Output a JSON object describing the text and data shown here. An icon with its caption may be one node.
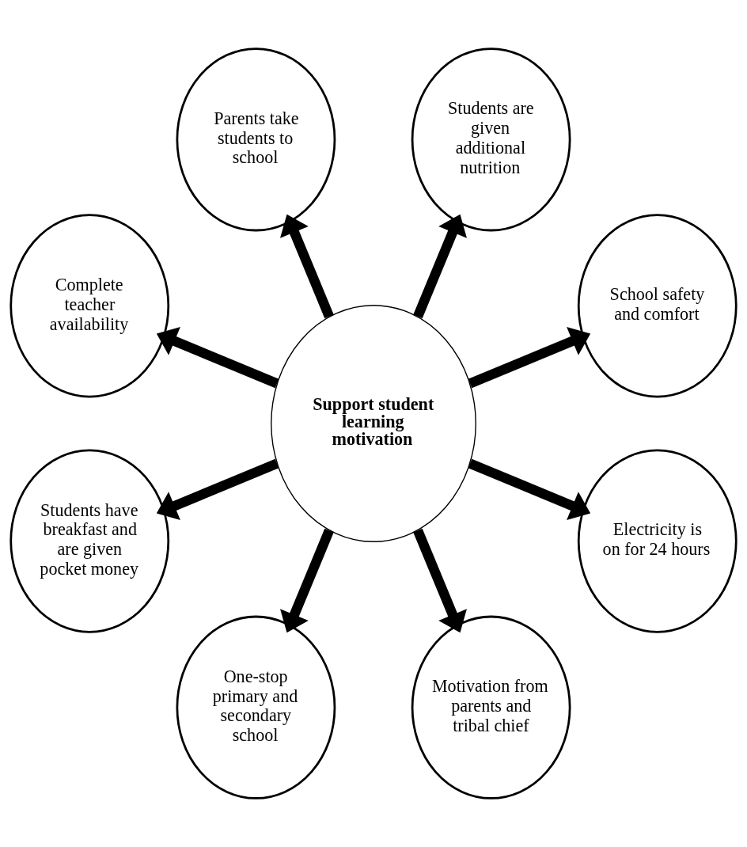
{
  "diagram": {
    "nodes": [
      {
        "text": [
          "Support student learning motivation"
        ]
      },
      {
        "text": [
          "School safety and comfort"
        ]
      },
      {
        "text": [
          "Students are given additional nutrition"
        ]
      },
      {
        "text": [
          "Parents take students to school"
        ]
      },
      {
        "text": [
          "Complete teacher availability"
        ]
      },
      {
        "text": [
          "Students have breakfast and are given pocket money"
        ]
      },
      {
        "text": [
          "One-stop primary and secondary school"
        ]
      },
      {
        "text": [
          "Motivation from parents and tribal chief"
        ]
      },
      {
        "text": [
          "Electricity is on for 24 hours"
        ]
      }
    ],
    "edges": [
      {
        "from": 0,
        "to": 1,
        "arrow": "to"
      },
      {
        "from": 0,
        "to": 3,
        "arrow": "to"
      },
      {
        "from": 0,
        "to": 5,
        "arrow": "to"
      },
      {
        "from": 0,
        "to": 7,
        "arrow": "to"
      },
      {
        "from": 0,
        "to": 8,
        "arrow": "to"
      },
      {
        "from": 0,
        "to": 6,
        "arrow": "to"
      },
      {
        "from": 0,
        "to": 4,
        "arrow": "to"
      },
      {
        "from": 0,
        "to": 2,
        "arrow": "to"
      }
    ]
  }
}
